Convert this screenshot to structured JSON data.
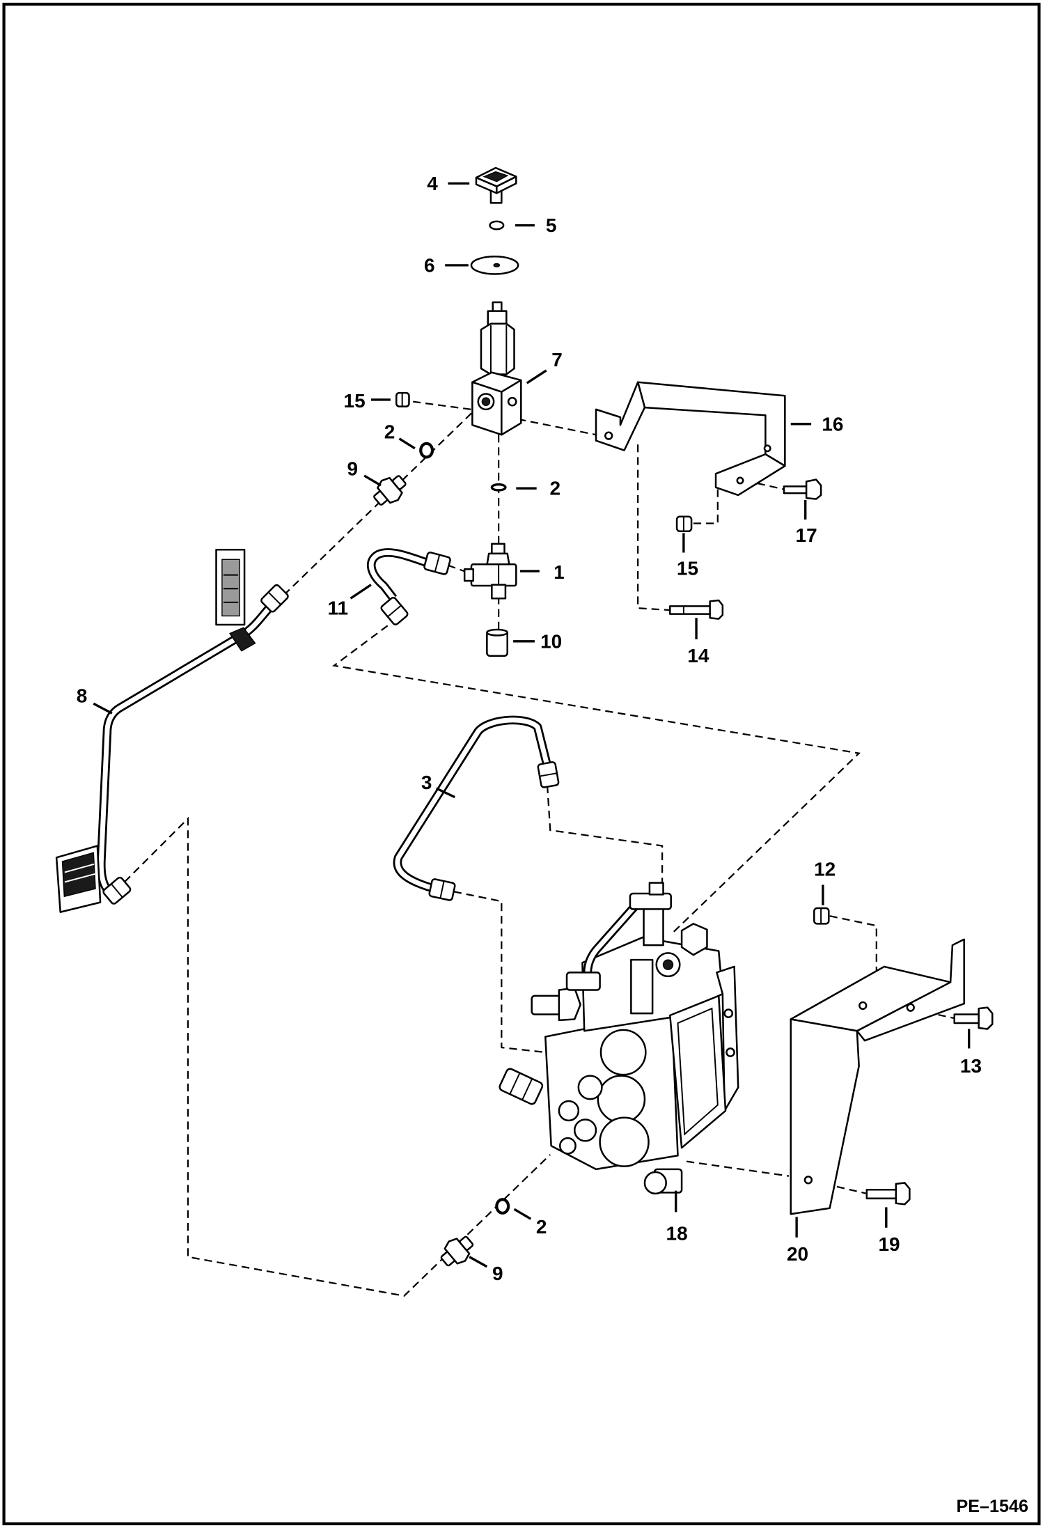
{
  "callouts": [
    "4",
    "5",
    "6",
    "7",
    "15",
    "16",
    "2",
    "9",
    "2",
    "17",
    "1",
    "15",
    "11",
    "10",
    "14",
    "8",
    "3",
    "12",
    "13",
    "2",
    "18",
    "20",
    "19",
    "9"
  ],
  "drawing_number": "PE–1546"
}
